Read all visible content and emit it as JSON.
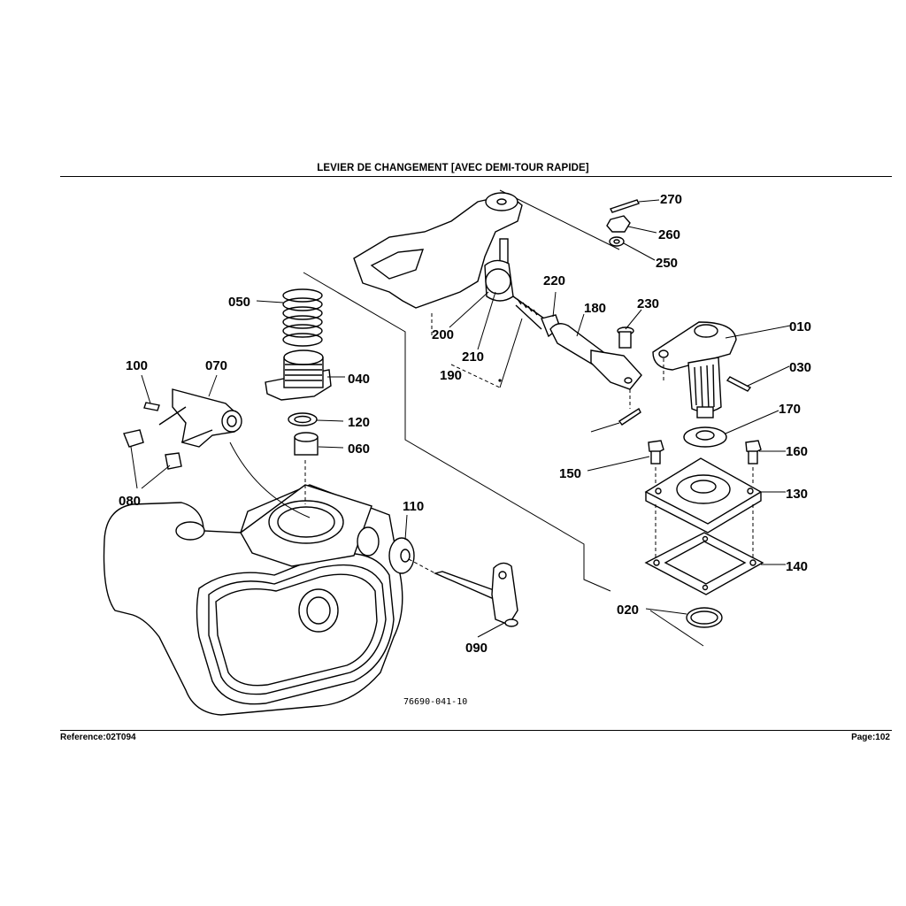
{
  "header": {
    "title": "LEVIER DE CHANGEMENT   [AVEC DEMI-TOUR RAPIDE]"
  },
  "footer": {
    "reference": "Reference:02T094",
    "page": "Page:102"
  },
  "diagram": {
    "drawing_code": "76690-041-10",
    "part_labels": [
      "270",
      "260",
      "250",
      "220",
      "180",
      "230",
      "010",
      "030",
      "170",
      "160",
      "150",
      "130",
      "140",
      "020",
      "090",
      "110",
      "200",
      "210",
      "190",
      "050",
      "040",
      "120",
      "060",
      "100",
      "070",
      "080"
    ]
  }
}
